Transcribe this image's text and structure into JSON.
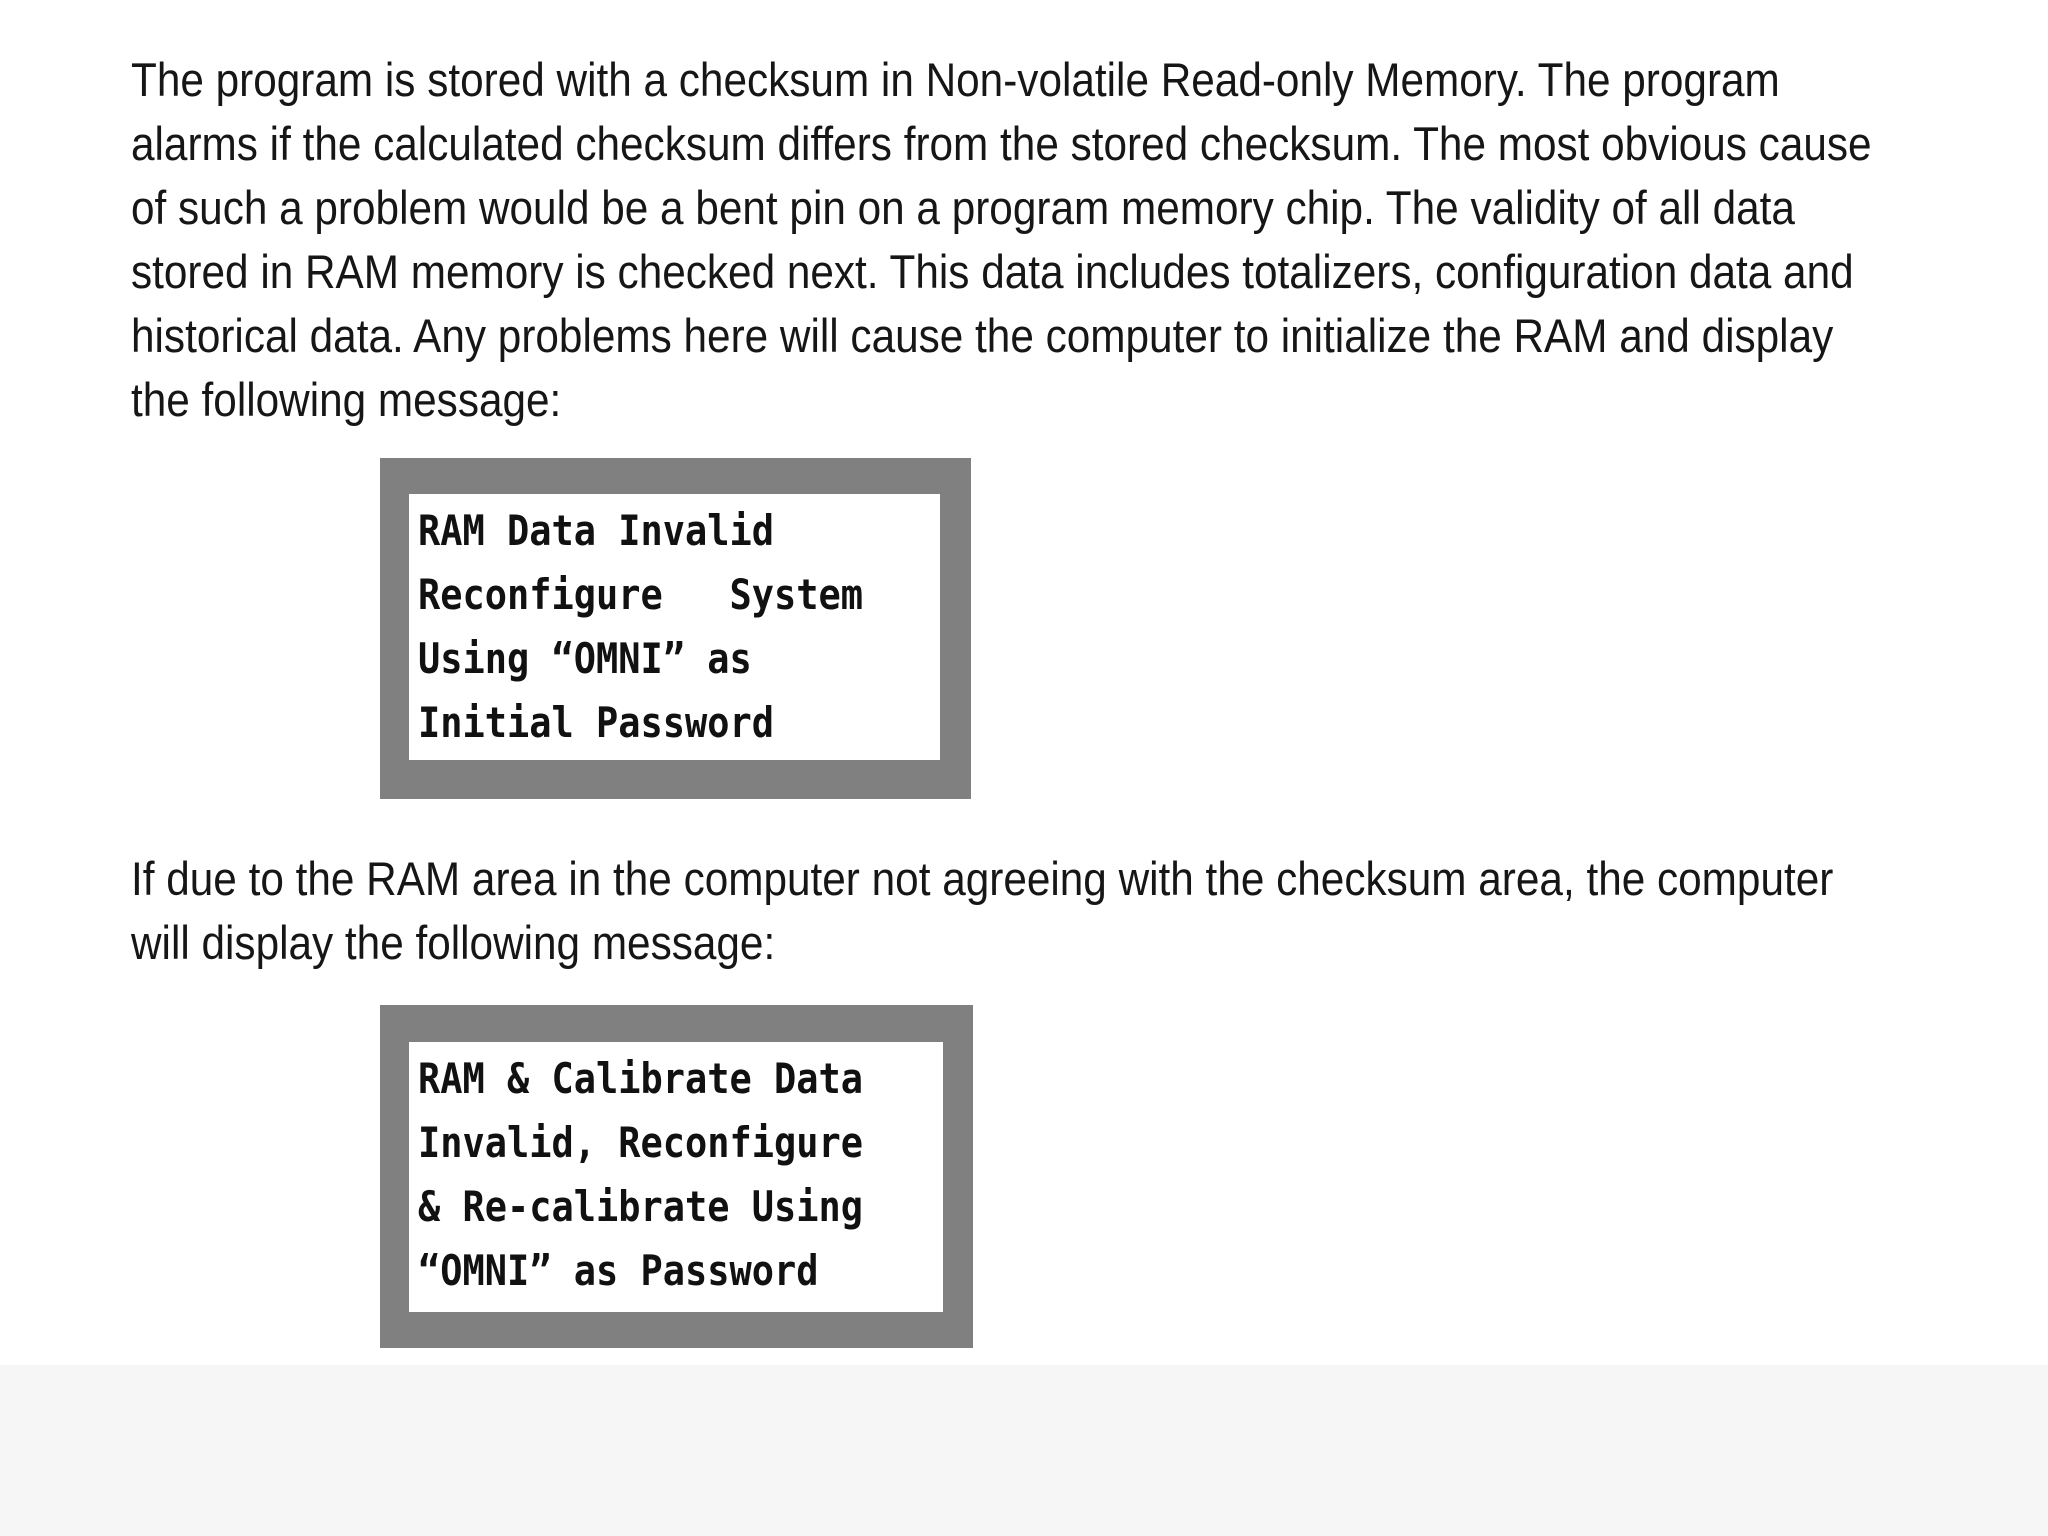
{
  "document": {
    "paragraph_1": {
      "lines": [
        "The program is stored with a checksum in Non-volatile Read-only Memory. The program",
        "alarms if the calculated checksum differs from the stored checksum. The most obvious cause",
        "of such a problem would be a bent pin on a program memory chip. The validity of all data",
        "stored in RAM memory is checked next. This data includes totalizers, configuration data and",
        "historical data. Any problems here will cause the computer to initialize the RAM and display",
        "the following message:"
      ]
    },
    "message_1": {
      "lines": [
        "RAM Data Invalid",
        "Reconfigure   System",
        "Using “OMNI” as",
        "Initial Password"
      ]
    },
    "paragraph_2": {
      "lines": [
        "If due to the RAM area in the computer not agreeing with the checksum area, the computer",
        "will display the following message:"
      ]
    },
    "message_2": {
      "lines": [
        "RAM & Calibrate Data",
        "Invalid, Reconfigure",
        "& Re-calibrate Using",
        "“OMNI” as Password"
      ]
    }
  },
  "colors": {
    "text": "#161616",
    "frame": "#808080",
    "screen": "#ffffff",
    "background": "#ffffff"
  }
}
